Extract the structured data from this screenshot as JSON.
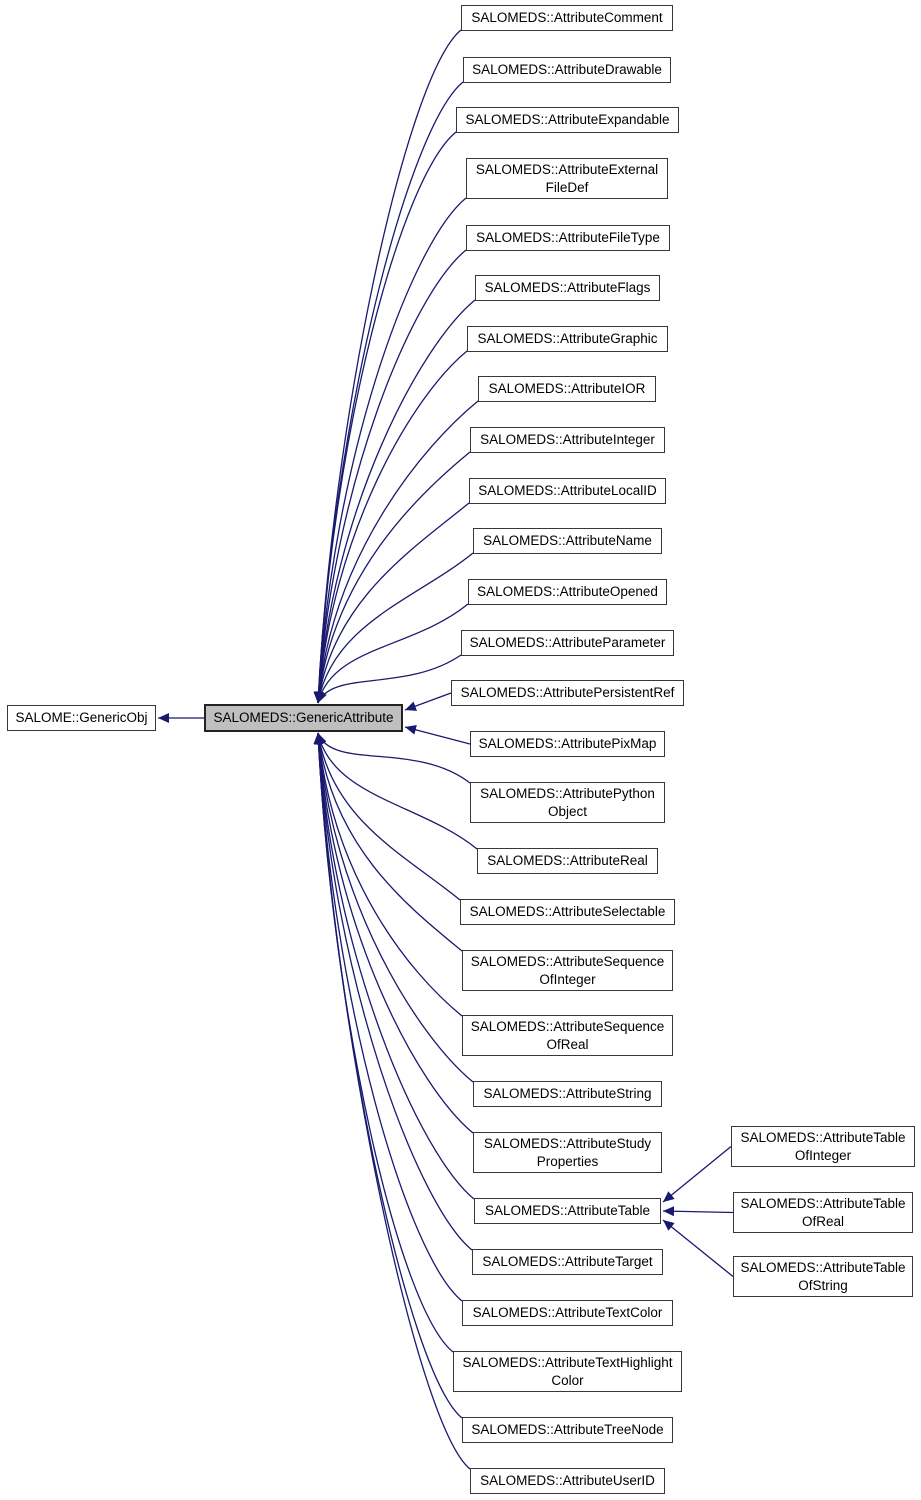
{
  "diagram": {
    "type": "class-inheritance-graph",
    "colors": {
      "edge": "#191970",
      "node_border": "#383838",
      "node_fill": "#ffffff",
      "highlight_fill": "#bfbfbf",
      "text": "#000000"
    },
    "nodes": [
      {
        "id": "generic-obj",
        "label": "SALOME::GenericObj",
        "highlight": false
      },
      {
        "id": "generic-attribute",
        "label": "SALOMEDS::GenericAttribute",
        "highlight": true
      },
      {
        "id": "attribute-comment",
        "label": "SALOMEDS::AttributeComment",
        "highlight": false
      },
      {
        "id": "attribute-drawable",
        "label": "SALOMEDS::AttributeDrawable",
        "highlight": false
      },
      {
        "id": "attribute-expandable",
        "label": "SALOMEDS::AttributeExpandable",
        "highlight": false
      },
      {
        "id": "attribute-external-file-def",
        "label": "SALOMEDS::AttributeExternal\nFileDef",
        "highlight": false
      },
      {
        "id": "attribute-file-type",
        "label": "SALOMEDS::AttributeFileType",
        "highlight": false
      },
      {
        "id": "attribute-flags",
        "label": "SALOMEDS::AttributeFlags",
        "highlight": false
      },
      {
        "id": "attribute-graphic",
        "label": "SALOMEDS::AttributeGraphic",
        "highlight": false
      },
      {
        "id": "attribute-ior",
        "label": "SALOMEDS::AttributeIOR",
        "highlight": false
      },
      {
        "id": "attribute-integer",
        "label": "SALOMEDS::AttributeInteger",
        "highlight": false
      },
      {
        "id": "attribute-local-id",
        "label": "SALOMEDS::AttributeLocalID",
        "highlight": false
      },
      {
        "id": "attribute-name",
        "label": "SALOMEDS::AttributeName",
        "highlight": false
      },
      {
        "id": "attribute-opened",
        "label": "SALOMEDS::AttributeOpened",
        "highlight": false
      },
      {
        "id": "attribute-parameter",
        "label": "SALOMEDS::AttributeParameter",
        "highlight": false
      },
      {
        "id": "attribute-persistent-ref",
        "label": "SALOMEDS::AttributePersistentRef",
        "highlight": false
      },
      {
        "id": "attribute-pix-map",
        "label": "SALOMEDS::AttributePixMap",
        "highlight": false
      },
      {
        "id": "attribute-python-object",
        "label": "SALOMEDS::AttributePython\nObject",
        "highlight": false
      },
      {
        "id": "attribute-real",
        "label": "SALOMEDS::AttributeReal",
        "highlight": false
      },
      {
        "id": "attribute-selectable",
        "label": "SALOMEDS::AttributeSelectable",
        "highlight": false
      },
      {
        "id": "attribute-sequence-of-integer",
        "label": "SALOMEDS::AttributeSequence\nOfInteger",
        "highlight": false
      },
      {
        "id": "attribute-sequence-of-real",
        "label": "SALOMEDS::AttributeSequence\nOfReal",
        "highlight": false
      },
      {
        "id": "attribute-string",
        "label": "SALOMEDS::AttributeString",
        "highlight": false
      },
      {
        "id": "attribute-study-properties",
        "label": "SALOMEDS::AttributeStudy\nProperties",
        "highlight": false
      },
      {
        "id": "attribute-table",
        "label": "SALOMEDS::AttributeTable",
        "highlight": false
      },
      {
        "id": "attribute-target",
        "label": "SALOMEDS::AttributeTarget",
        "highlight": false
      },
      {
        "id": "attribute-text-color",
        "label": "SALOMEDS::AttributeTextColor",
        "highlight": false
      },
      {
        "id": "attribute-text-highlight-color",
        "label": "SALOMEDS::AttributeTextHighlight\nColor",
        "highlight": false
      },
      {
        "id": "attribute-tree-node",
        "label": "SALOMEDS::AttributeTreeNode",
        "highlight": false
      },
      {
        "id": "attribute-user-id",
        "label": "SALOMEDS::AttributeUserID",
        "highlight": false
      },
      {
        "id": "attribute-table-of-integer",
        "label": "SALOMEDS::AttributeTable\nOfInteger",
        "highlight": false
      },
      {
        "id": "attribute-table-of-real",
        "label": "SALOMEDS::AttributeTable\nOfReal",
        "highlight": false
      },
      {
        "id": "attribute-table-of-string",
        "label": "SALOMEDS::AttributeTable\nOfString",
        "highlight": false
      }
    ],
    "edges": [
      {
        "from": "generic-attribute",
        "to": "generic-obj"
      },
      {
        "from": "attribute-comment",
        "to": "generic-attribute"
      },
      {
        "from": "attribute-drawable",
        "to": "generic-attribute"
      },
      {
        "from": "attribute-expandable",
        "to": "generic-attribute"
      },
      {
        "from": "attribute-external-file-def",
        "to": "generic-attribute"
      },
      {
        "from": "attribute-file-type",
        "to": "generic-attribute"
      },
      {
        "from": "attribute-flags",
        "to": "generic-attribute"
      },
      {
        "from": "attribute-graphic",
        "to": "generic-attribute"
      },
      {
        "from": "attribute-ior",
        "to": "generic-attribute"
      },
      {
        "from": "attribute-integer",
        "to": "generic-attribute"
      },
      {
        "from": "attribute-local-id",
        "to": "generic-attribute"
      },
      {
        "from": "attribute-name",
        "to": "generic-attribute"
      },
      {
        "from": "attribute-opened",
        "to": "generic-attribute"
      },
      {
        "from": "attribute-parameter",
        "to": "generic-attribute"
      },
      {
        "from": "attribute-persistent-ref",
        "to": "generic-attribute"
      },
      {
        "from": "attribute-pix-map",
        "to": "generic-attribute"
      },
      {
        "from": "attribute-python-object",
        "to": "generic-attribute"
      },
      {
        "from": "attribute-real",
        "to": "generic-attribute"
      },
      {
        "from": "attribute-selectable",
        "to": "generic-attribute"
      },
      {
        "from": "attribute-sequence-of-integer",
        "to": "generic-attribute"
      },
      {
        "from": "attribute-sequence-of-real",
        "to": "generic-attribute"
      },
      {
        "from": "attribute-string",
        "to": "generic-attribute"
      },
      {
        "from": "attribute-study-properties",
        "to": "generic-attribute"
      },
      {
        "from": "attribute-table",
        "to": "generic-attribute"
      },
      {
        "from": "attribute-target",
        "to": "generic-attribute"
      },
      {
        "from": "attribute-text-color",
        "to": "generic-attribute"
      },
      {
        "from": "attribute-text-highlight-color",
        "to": "generic-attribute"
      },
      {
        "from": "attribute-tree-node",
        "to": "generic-attribute"
      },
      {
        "from": "attribute-user-id",
        "to": "generic-attribute"
      },
      {
        "from": "attribute-table-of-integer",
        "to": "attribute-table"
      },
      {
        "from": "attribute-table-of-real",
        "to": "attribute-table"
      },
      {
        "from": "attribute-table-of-string",
        "to": "attribute-table"
      }
    ]
  }
}
